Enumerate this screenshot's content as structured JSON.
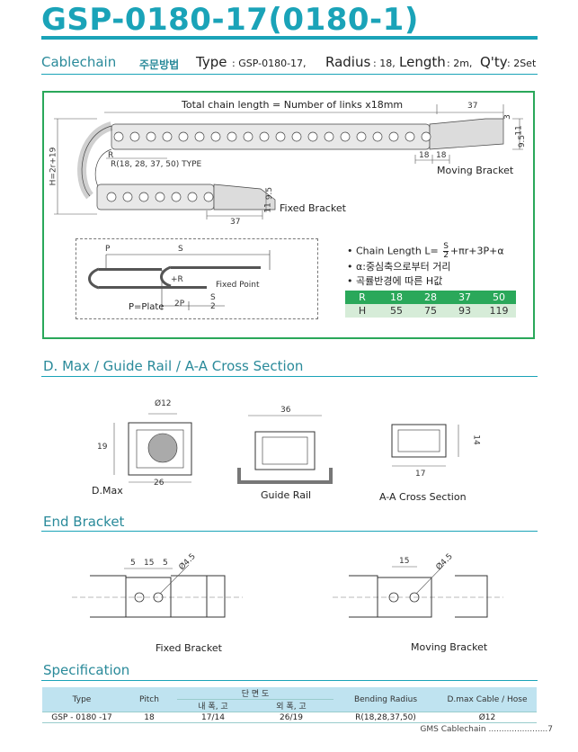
{
  "title": "GSP-0180-17(0180-1)",
  "header": {
    "label": "Cablechain",
    "order_label": "주문방법",
    "type_label": "Type",
    "type_value": ": GSP-0180-17,",
    "radius_label": "Radius",
    "radius_value": ": 18,",
    "length_label": "Length",
    "length_value": ": 2m,",
    "qty_label": "Q'ty",
    "qty_value": ": 2Set"
  },
  "main_drawing": {
    "total_length": "Total chain length = Number of links x18mm",
    "dim_37_top": "37",
    "dim_3": "3",
    "dim_11_top": "11",
    "dim_9_5_top": "9.5",
    "dim_18_a": "18",
    "dim_18_b": "18",
    "moving_bracket": "Moving Bracket",
    "fixed_bracket": "Fixed Bracket",
    "dim_11_bot": "11",
    "dim_9_5_bot": "9.5",
    "dim_37_bot": "37",
    "h_label": "H=2r+19",
    "r_label": "R(18, 28, 37, 50) TYPE",
    "r_small": "R"
  },
  "sketch": {
    "p": "P",
    "s": "S",
    "plus_r": "+R",
    "fixed_point": "Fixed Point",
    "two_p": "2P",
    "s_num": "S",
    "s_den": "2",
    "p_plate": "P=Plate"
  },
  "formula": {
    "line1_prefix": "• Chain Length  L=",
    "frac_num": "S",
    "frac_den": "2",
    "line1_suffix": "+πr+3P+α",
    "line2": "• α:중심축으로부터 거리",
    "line3": "• 곡률반경에 따른 H값"
  },
  "rh_table": {
    "r_label": "R",
    "r_values": [
      "18",
      "28",
      "37",
      "50"
    ],
    "h_label": "H",
    "h_values": [
      "55",
      "75",
      "93",
      "119"
    ]
  },
  "section1": {
    "title": "D. Max / Guide Rail / A-A Cross Section",
    "dmax_label": "D.Max",
    "dmax_dia": "Ø12",
    "dmax_19": "19",
    "dmax_26": "26",
    "guide_label": "Guide Rail",
    "guide_36": "36",
    "aa_label": "A-A Cross Section",
    "aa_14": "14",
    "aa_17": "17"
  },
  "section2": {
    "title": "End Bracket",
    "fixed_label": "Fixed Bracket",
    "moving_label": "Moving Bracket",
    "dim_5a": "5",
    "dim_15a": "15",
    "dim_5b": "5",
    "dia_a": "Ø4.5",
    "dim_15b": "15",
    "dia_b": "Ø4.5"
  },
  "section3": {
    "title": "Specification",
    "headers": {
      "type": "Type",
      "pitch": "Pitch",
      "section": "단 면 도",
      "inner": "내 폭, 고",
      "outer": "외 폭, 고",
      "bending": "Bending Radius",
      "dmax": "D.max Cable / Hose"
    },
    "row": {
      "type": "GSP - 0180 -17",
      "pitch": "18",
      "inner": "17/14",
      "outer": "26/19",
      "bending": "R(18,28,37,50)",
      "dmax": "Ø12"
    }
  },
  "footer": "GMS Cablechain .......................7"
}
